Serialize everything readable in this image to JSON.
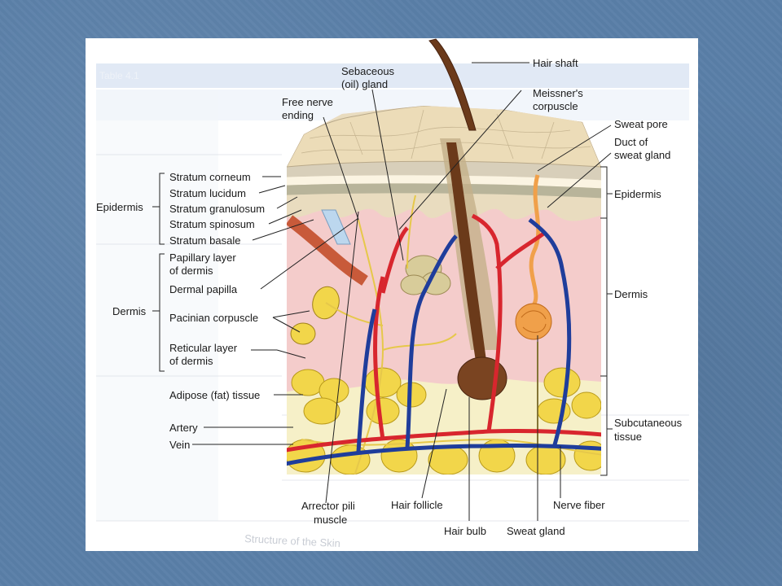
{
  "diagram": {
    "labels": {
      "hair_shaft": "Hair shaft",
      "sebaceous_1": "Sebaceous",
      "sebaceous_2": "(oil) gland",
      "meissner_1": "Meissner's",
      "meissner_2": "corpuscle",
      "free_nerve_1": "Free nerve",
      "free_nerve_2": "ending",
      "sweat_pore": "Sweat pore",
      "duct_1": "Duct of",
      "duct_2": "sweat gland",
      "stratum_corneum": "Stratum corneum",
      "stratum_lucidum": "Stratum lucidum",
      "stratum_granulosum": "Stratum granulosum",
      "stratum_spinosum": "Stratum spinosum",
      "stratum_basale": "Stratum basale",
      "epidermis_left": "Epidermis",
      "epidermis_right": "Epidermis",
      "papillary_1": "Papillary layer",
      "papillary_2": "of dermis",
      "dermal_papilla": "Dermal papilla",
      "dermis_left": "Dermis",
      "dermis_right": "Dermis",
      "pacinian": "Pacinian corpuscle",
      "reticular_1": "Reticular layer",
      "reticular_2": "of dermis",
      "adipose": "Adipose (fat) tissue",
      "artery": "Artery",
      "vein": "Vein",
      "subcutaneous_1": "Subcutaneous",
      "subcutaneous_2": "tissue",
      "arrector_1": "Arrector pili",
      "arrector_2": "muscle",
      "hair_follicle": "Hair follicle",
      "hair_bulb": "Hair bulb",
      "sweat_gland": "Sweat gland",
      "nerve_fiber": "Nerve fiber"
    },
    "background_text": {
      "table_title": "Table 4.1",
      "footer_title": "Structure of the Skin"
    },
    "colors": {
      "page_background": "#5a7fa8",
      "epidermis": "#e9dcc0",
      "dermis": "#f3c8c6",
      "adipose": "#f2d64a",
      "artery": "#d8262e",
      "vein": "#1f3d9b",
      "hair": "#6b3a1a",
      "nerve": "#e6c84a",
      "sweat_gland": "#f0a04a"
    }
  }
}
